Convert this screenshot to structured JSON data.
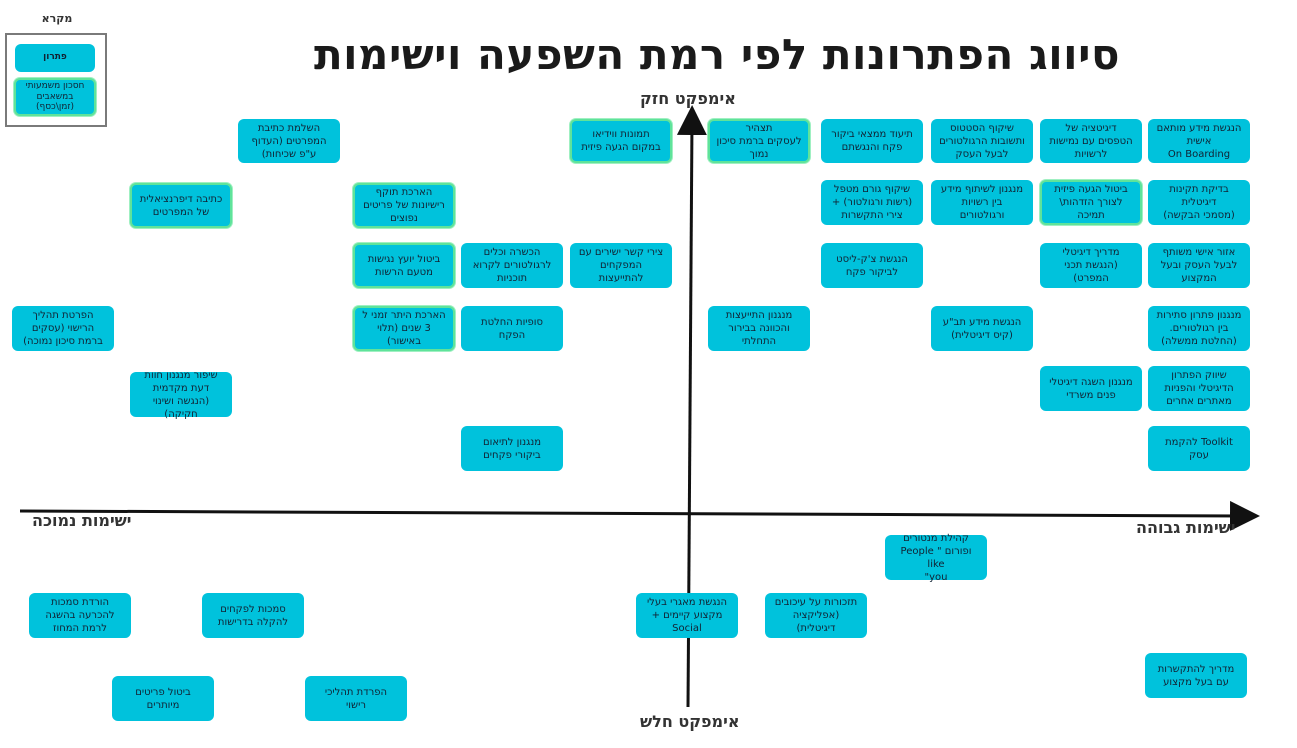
{
  "title": "סיווג הפתרונות לפי רמת השפעה וישימות",
  "legend": {
    "title": "מקרא",
    "solution_label": "פתרון",
    "saving_label": "חסכון משמעותי\nבמשאבים\n(זמן\\כסף)"
  },
  "axes": {
    "top_label": "אימפקט חזק",
    "bottom_label": "אימפקט חלש",
    "left_label": "ישימות נמוכה",
    "right_label": "ישימות גבוהה"
  },
  "colors": {
    "card": "#00c2dc",
    "saving_border": "#5fe39a",
    "axis": "#111111"
  },
  "cards": [
    {
      "text": "הנגשת מידע מותאם\nאישית\nOn Boarding",
      "saving": false
    },
    {
      "text": "דיגיטציה של\nהטפסים עם נמישות\nלרשויות",
      "saving": false
    },
    {
      "text": "שיקוף הסטטוס\nותשובות הרגולטורים\nלבעל העסק",
      "saving": false
    },
    {
      "text": "תיעוד ממצאי ביקור\nפקח והנגשתם",
      "saving": false
    },
    {
      "text": "תצהיר\nלעסקים ברמת סיכון\nנמוך",
      "saving": true
    },
    {
      "text": "תמונות ווידיאו\nבמקום הגעה פיזית",
      "saving": true
    },
    {
      "text": "השלמת כתיבת\nהמפרטים (העדוף\nע\"פ שכיחות)",
      "saving": false
    },
    {
      "text": "בדיקת תקינות\nדיגיטלית\n(מסמכי הבקשה)",
      "saving": false
    },
    {
      "text": "ביטול הגעה פיזית\nלצורך הזדהות\\\nתמיכה",
      "saving": true
    },
    {
      "text": "מנגנון לשיתוף מידע\nבין רשויות\nורגולטורים",
      "saving": false
    },
    {
      "text": "שיקוף גורם מטפל\n(רשות ורגולטור) +\nצירי התקשרות",
      "saving": false
    },
    {
      "text": "הארכת תוקף\nרישיונות של פריטים\nנפוצים",
      "saving": true
    },
    {
      "text": "כתיבה דיפרנציאלית\nשל המפרטים",
      "saving": true
    },
    {
      "text": "אזור אישי משותף\nלבעל העסק ובעל\nהמקצוע",
      "saving": false
    },
    {
      "text": "מדריך דיגיטלי\n(הנגשת תכני\nהמפרט)",
      "saving": false
    },
    {
      "text": "הנגשת צ'ק-ליסט\nלביקור פקח",
      "saving": false
    },
    {
      "text": "צירי קשר ישירים עם\nהמפקחים\nלהתייעצות",
      "saving": false
    },
    {
      "text": "הכשרה וכלים\nלרגולטורים לקרוא\nתוכניות",
      "saving": false
    },
    {
      "text": "ביטול יועץ נגישות\nמטעם הרשות",
      "saving": true
    },
    {
      "text": "מנגנון פתרון סתירות\nבין רגולטורים.\n(החלטת ממשלה)",
      "saving": false
    },
    {
      "text": "הנגשת מידע תב\"ע\n(קיס דיגיטלית)",
      "saving": false
    },
    {
      "text": "מנגנון התייעצות\nוהכוונה בבירור\nהתחלתי",
      "saving": false
    },
    {
      "text": "סופיות החלטת\nהפקח",
      "saving": false
    },
    {
      "text": "הארכת היתר זמני ל\n3 שנים (תלוי\nבאישור)",
      "saving": true
    },
    {
      "text": "הפרטת תהליך\nהרישוי (עסקים\nברמת סיכון נמוכה)",
      "saving": false
    },
    {
      "text": "שיווק הפתרון\nהדיגיטלי והפניות\nמאתרים אחרים",
      "saving": false
    },
    {
      "text": "מנגנון השגה דיגיטלי\nפנים משרדי",
      "saving": false
    },
    {
      "text": "שיפור מנגנון חוות\nדעת מקדמית\n(הנגשה ושינוי\nחקיקה)",
      "saving": false
    },
    {
      "text": "Toolkit להקמת\nעסק",
      "saving": false
    },
    {
      "text": "מנגנון לתיאום\nביקורי פקחים",
      "saving": false
    },
    {
      "text": "קהילת מנטורים\nופורום \" People like\nyou\"",
      "saving": false
    },
    {
      "text": "הנגשת מאגרי בעלי\nמקצוע קיימים +\nSocial",
      "saving": false
    },
    {
      "text": "תזכורות על עיכובים\n(אפליקציה\nדיגיטלית)",
      "saving": false
    },
    {
      "text": "סמכות לפקחים\nלהקלה בדרישות",
      "saving": false
    },
    {
      "text": "הורדת סמכות\nלהכרעה בהשגה\nלרמת המחוז",
      "saving": false
    },
    {
      "text": "מדריך להתקשרות\nעם בעל מקצוע",
      "saving": false
    },
    {
      "text": "הפרדת תהליכי\nרישוי",
      "saving": false
    },
    {
      "text": "ביטול פריטים\nמיותרים",
      "saving": false
    }
  ]
}
